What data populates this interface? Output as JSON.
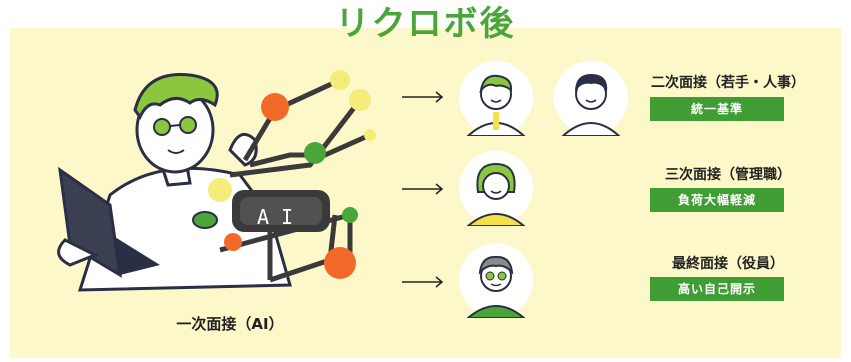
{
  "title": "リクロボ後",
  "ai_label": "AI",
  "first_interview": "一次面接（AI）",
  "stages": [
    {
      "title": "二次面接（若手・人事）",
      "badge": "統一基準"
    },
    {
      "title": "三次面接（管理職）",
      "badge": "負荷大幅軽減"
    },
    {
      "title": "最終面接（役員）",
      "badge": "高い自己開示"
    }
  ],
  "colors": {
    "accent_green": "#4aa53a",
    "badge_green": "#3f9d34",
    "panel_bg": "#fdf8c9",
    "orange": "#f26a2a",
    "yellow": "#f6ec7a"
  }
}
